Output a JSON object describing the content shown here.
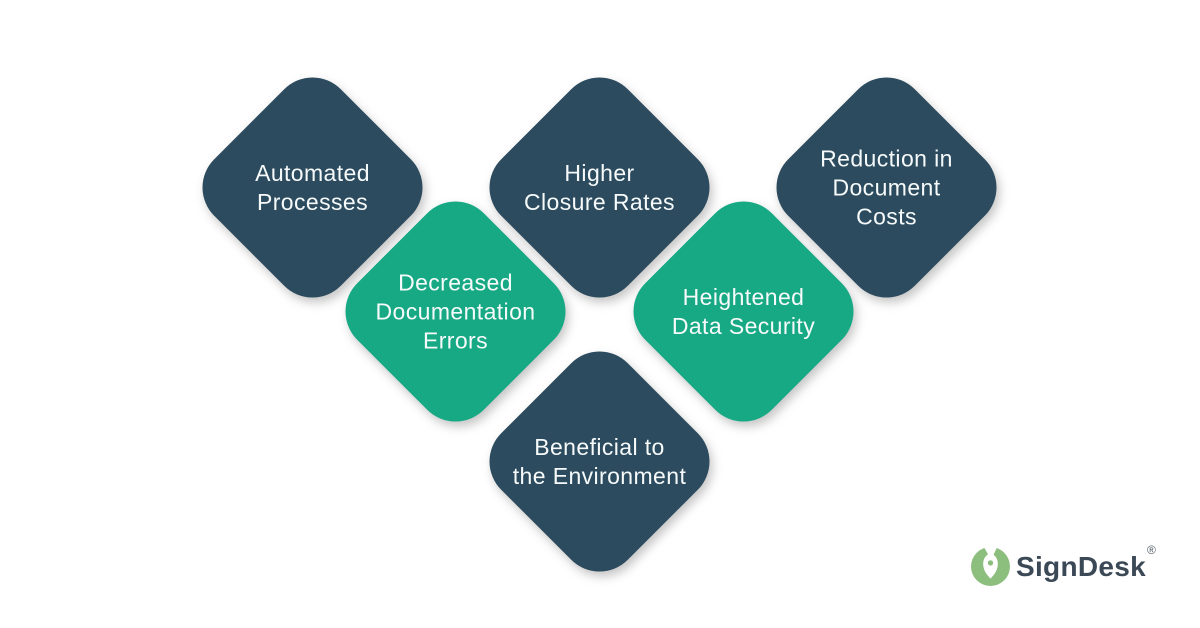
{
  "colors": {
    "dark_teal": "#2C4B5E",
    "green": "#17A984",
    "logo_leaf": "#8CBE7E",
    "logo_text": "#3B4856"
  },
  "diamonds": [
    {
      "id": "automated-processes",
      "label": "Automated\nProcesses",
      "color_key": "dark_teal"
    },
    {
      "id": "higher-closure-rates",
      "label": "Higher\nClosure Rates",
      "color_key": "dark_teal"
    },
    {
      "id": "reduction-document-costs",
      "label": "Reduction in\nDocument\nCosts",
      "color_key": "dark_teal"
    },
    {
      "id": "decreased-doc-errors",
      "label": "Decreased\nDocumentation\nErrors",
      "color_key": "green"
    },
    {
      "id": "heightened-data-security",
      "label": "Heightened\nData Security",
      "color_key": "green"
    },
    {
      "id": "beneficial-environment",
      "label": "Beneficial to\nthe Environment",
      "color_key": "dark_teal"
    }
  ],
  "logo": {
    "name": "SignDesk",
    "registered_mark": "®",
    "icon": "pen-nib-leaf-icon"
  }
}
